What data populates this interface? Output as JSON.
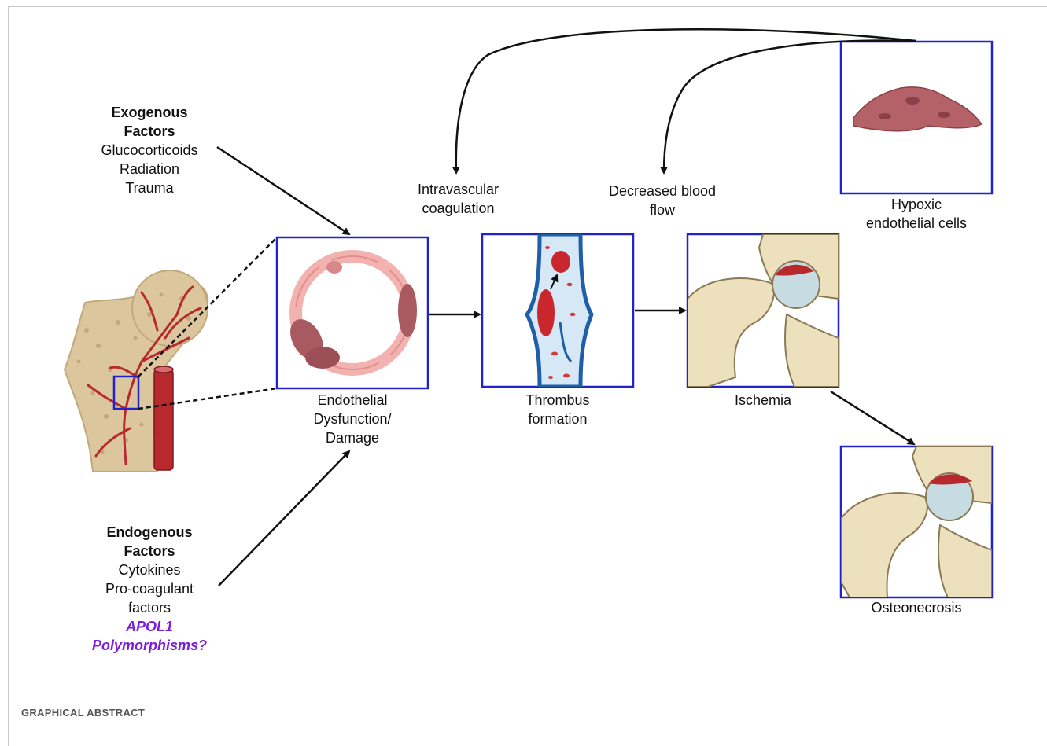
{
  "caption": "GRAPHICAL ABSTRACT",
  "exogenous": {
    "title_line1": "Exogenous",
    "title_line2": "Factors",
    "items": [
      "Glucocorticoids",
      "Radiation",
      "Trauma"
    ]
  },
  "endogenous": {
    "title_line1": "Endogenous",
    "title_line2": "Factors",
    "items": [
      "Cytokines",
      "Pro-coagulant",
      "factors"
    ],
    "highlight_line1": "APOL1",
    "highlight_line2": "Polymorphisms?"
  },
  "stages": {
    "endothelial": [
      "Endothelial",
      "Dysfunction/",
      "Damage"
    ],
    "thrombus": [
      "Thrombus",
      "formation"
    ],
    "ischemia": [
      "Ischemia"
    ],
    "osteonecrosis": [
      "Osteonecrosis"
    ],
    "hypoxic": [
      "Hypoxic",
      "endothelial cells"
    ]
  },
  "feedback": {
    "intravascular": [
      "Intravascular",
      "coagulation"
    ],
    "decreased_flow": [
      "Decreased blood",
      "flow"
    ]
  },
  "colors": {
    "box_border": "#2222cc",
    "arrow": "#111111",
    "vessel_red": "#b8292e",
    "highlight": "#7a1fd6"
  }
}
